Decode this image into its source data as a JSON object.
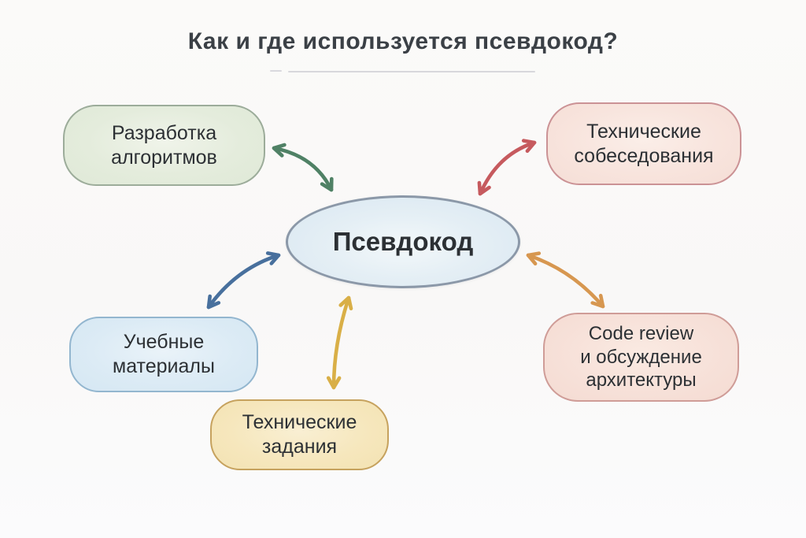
{
  "title": "Как и где используется псевдокод?",
  "center": {
    "label": "Псевдокод",
    "fill": "#e3eef6",
    "border": "#8b98a8"
  },
  "nodes": [
    {
      "id": "algorithms",
      "label": "Разработка\nалгоритмов",
      "fill": "#e2ebdb",
      "border": "#9cac9a",
      "arrow_color": "#4f8165"
    },
    {
      "id": "interviews",
      "label": "Технические\nсобеседования",
      "fill": "#f8e3dc",
      "border": "#cb9295",
      "arrow_color": "#c65a5e"
    },
    {
      "id": "materials",
      "label": "Учебные\nматериалы",
      "fill": "#d9e8f3",
      "border": "#93b6cf",
      "arrow_color": "#48709d"
    },
    {
      "id": "specs",
      "label": "Технические\nзадания",
      "fill": "#f5e5b9",
      "border": "#c6a25e",
      "arrow_color": "#d9af47"
    },
    {
      "id": "codereview",
      "label": "Code review\nи обсуждение\nархитектуры",
      "fill": "#f6dfd8",
      "border": "#cf9c97",
      "arrow_color": "#d79750"
    }
  ],
  "colors": {
    "background": "#faf9f8",
    "title_text": "#3b4046",
    "node_text": "#2c3034",
    "divider": "#d7d7dc"
  }
}
